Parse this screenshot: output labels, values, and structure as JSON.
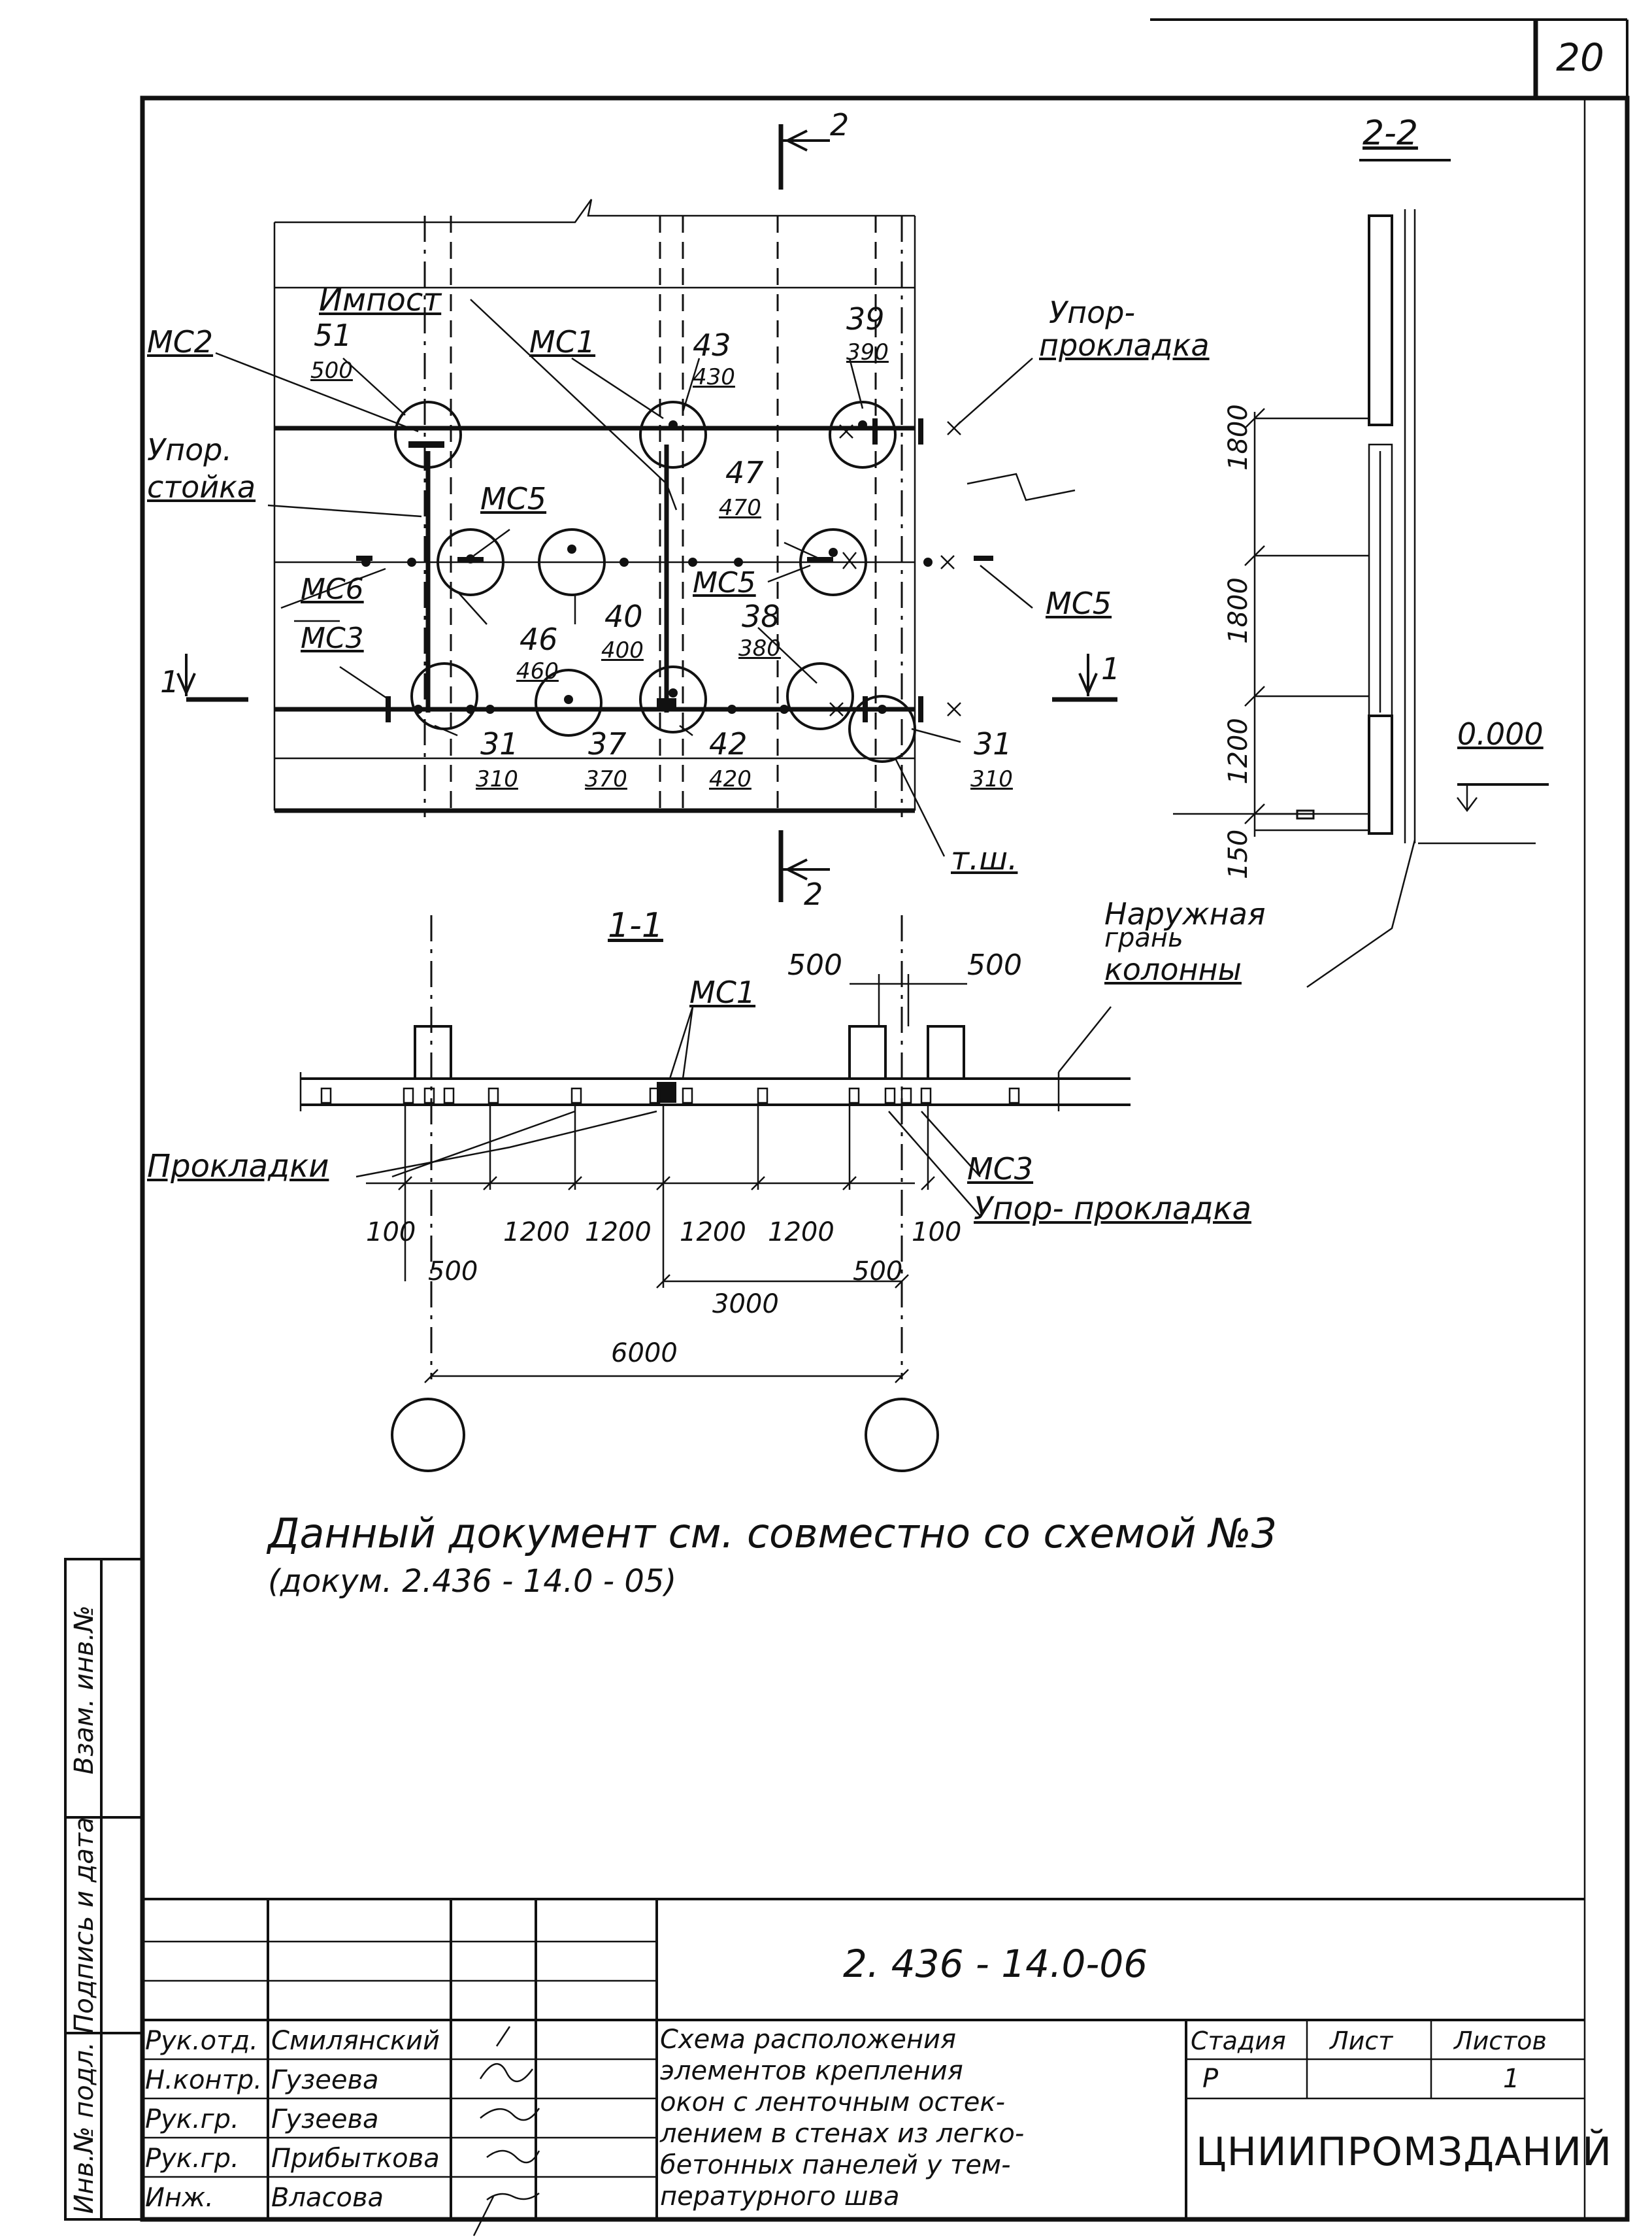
{
  "sheet_number": "20",
  "sections": {
    "s22": "2-2",
    "s11": "1-1",
    "cut1": "1",
    "cut2": "2"
  },
  "plan_labels": {
    "impost": "Импост",
    "uporstoika_1": "Упор.",
    "uporstoika_2": "стойка",
    "uporprokl_1": "Упор-",
    "uporprokl_2": "прокладка",
    "mc1": "МС1",
    "mc2": "МС2",
    "mc3": "МС3",
    "mc5": "МС5",
    "mc6": "МС6",
    "tsh": "т.ш."
  },
  "nodes": [
    {
      "num": "51",
      "sub": "500"
    },
    {
      "num": "43",
      "sub": "430"
    },
    {
      "num": "39",
      "sub": "390"
    },
    {
      "num": "47",
      "sub": "470"
    },
    {
      "num": "46",
      "sub": "460"
    },
    {
      "num": "40",
      "sub": "400"
    },
    {
      "num": "38",
      "sub": "380"
    },
    {
      "num": "31",
      "sub": "310"
    },
    {
      "num": "37",
      "sub": "370"
    },
    {
      "num": "42",
      "sub": "420"
    },
    {
      "num": "31",
      "sub": "310"
    }
  ],
  "section22": {
    "dims": [
      "1800",
      "1800",
      "1200",
      "150"
    ],
    "level": "0.000",
    "outer_face_1": "Наружная",
    "outer_face_2": "грань",
    "outer_face_3": "колонны"
  },
  "section11": {
    "top_dims": [
      "500",
      "500"
    ],
    "gaskets": "Прокладки",
    "upor": "Упор- прокладка",
    "dims_row1": [
      "100",
      "1200",
      "1200",
      "1200",
      "1200",
      "100"
    ],
    "dims_row2": [
      "500",
      "3000",
      "500"
    ],
    "dims_row3": "6000"
  },
  "note_line1": "Данный документ см. совместно со схемой №3",
  "note_line2": "(докум. 2.436 - 14.0 - 05)",
  "side_stamp": {
    "inv": "Инв.№ подл.",
    "sign": "Подпись и дата",
    "vzam": "Взам. инв.№"
  },
  "title_block": {
    "doc_code": "2. 436 - 14.0-06",
    "roles": [
      "Рук.отд.",
      "Н.контр.",
      "Рук.гр.",
      "Рук.гр.",
      "Инж."
    ],
    "names": [
      "Смилянский",
      "Гузеева",
      "Гузеева",
      "Прибыткова",
      "Власова"
    ],
    "title_lines": [
      "Схема расположения",
      "элементов крепления",
      "окон с ленточным остек-",
      "лением в стенах из легко-",
      "бетонных панелей у тем-",
      "пературного шва"
    ],
    "stage_h": "Стадия",
    "sheet_h": "Лист",
    "sheets_h": "Листов",
    "stage": "Р",
    "sheets": "1",
    "org": "ЦНИИПРОМЗДАНИЙ"
  }
}
